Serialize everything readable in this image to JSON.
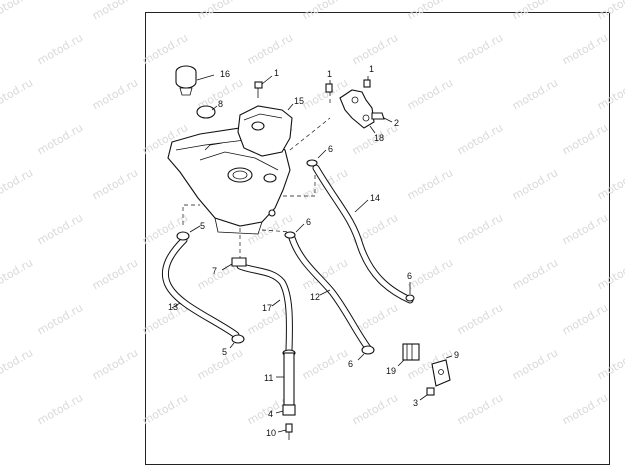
{
  "watermark": "motod.ru",
  "callouts": [
    {
      "id": "c16",
      "label": "16"
    },
    {
      "id": "c8",
      "label": "8"
    },
    {
      "id": "c1a",
      "label": "1"
    },
    {
      "id": "c15",
      "label": "15"
    },
    {
      "id": "c1b",
      "label": "1"
    },
    {
      "id": "c1c",
      "label": "1"
    },
    {
      "id": "c2",
      "label": "2"
    },
    {
      "id": "c18",
      "label": "18"
    },
    {
      "id": "c6a",
      "label": "6"
    },
    {
      "id": "c14",
      "label": "14"
    },
    {
      "id": "c5a",
      "label": "5"
    },
    {
      "id": "c6b",
      "label": "6"
    },
    {
      "id": "c7",
      "label": "7"
    },
    {
      "id": "c6c",
      "label": "6"
    },
    {
      "id": "c13",
      "label": "13"
    },
    {
      "id": "c17",
      "label": "17"
    },
    {
      "id": "c12",
      "label": "12"
    },
    {
      "id": "c5b",
      "label": "5"
    },
    {
      "id": "c6d",
      "label": "6"
    },
    {
      "id": "c19",
      "label": "19"
    },
    {
      "id": "c9",
      "label": "9"
    },
    {
      "id": "c11",
      "label": "11"
    },
    {
      "id": "c3",
      "label": "3"
    },
    {
      "id": "c4",
      "label": "4"
    },
    {
      "id": "c10",
      "label": "10"
    }
  ]
}
